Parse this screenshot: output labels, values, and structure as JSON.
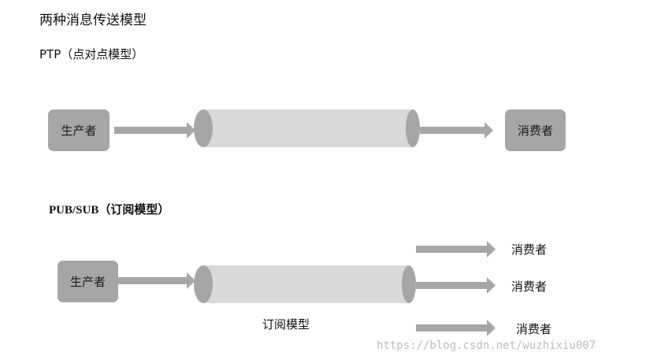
{
  "title": "两种消息传送模型",
  "ptp": {
    "heading": "PTP（点对点模型）",
    "producer": "生产者",
    "consumer": "消费者"
  },
  "pubsub": {
    "heading": "PUB/SUB（订阅模型）",
    "producer": "生产者",
    "queue_label": "订阅模型",
    "consumers": [
      "消费者",
      "消费者",
      "消费者"
    ]
  },
  "watermark": "https://blog.csdn.net/wuzhixiu007",
  "colors": {
    "box": "#a6a6a6",
    "arrow": "#a6a6a6",
    "tube_body": "#d9d9d9",
    "tube_cap": "#a6a6a6"
  }
}
